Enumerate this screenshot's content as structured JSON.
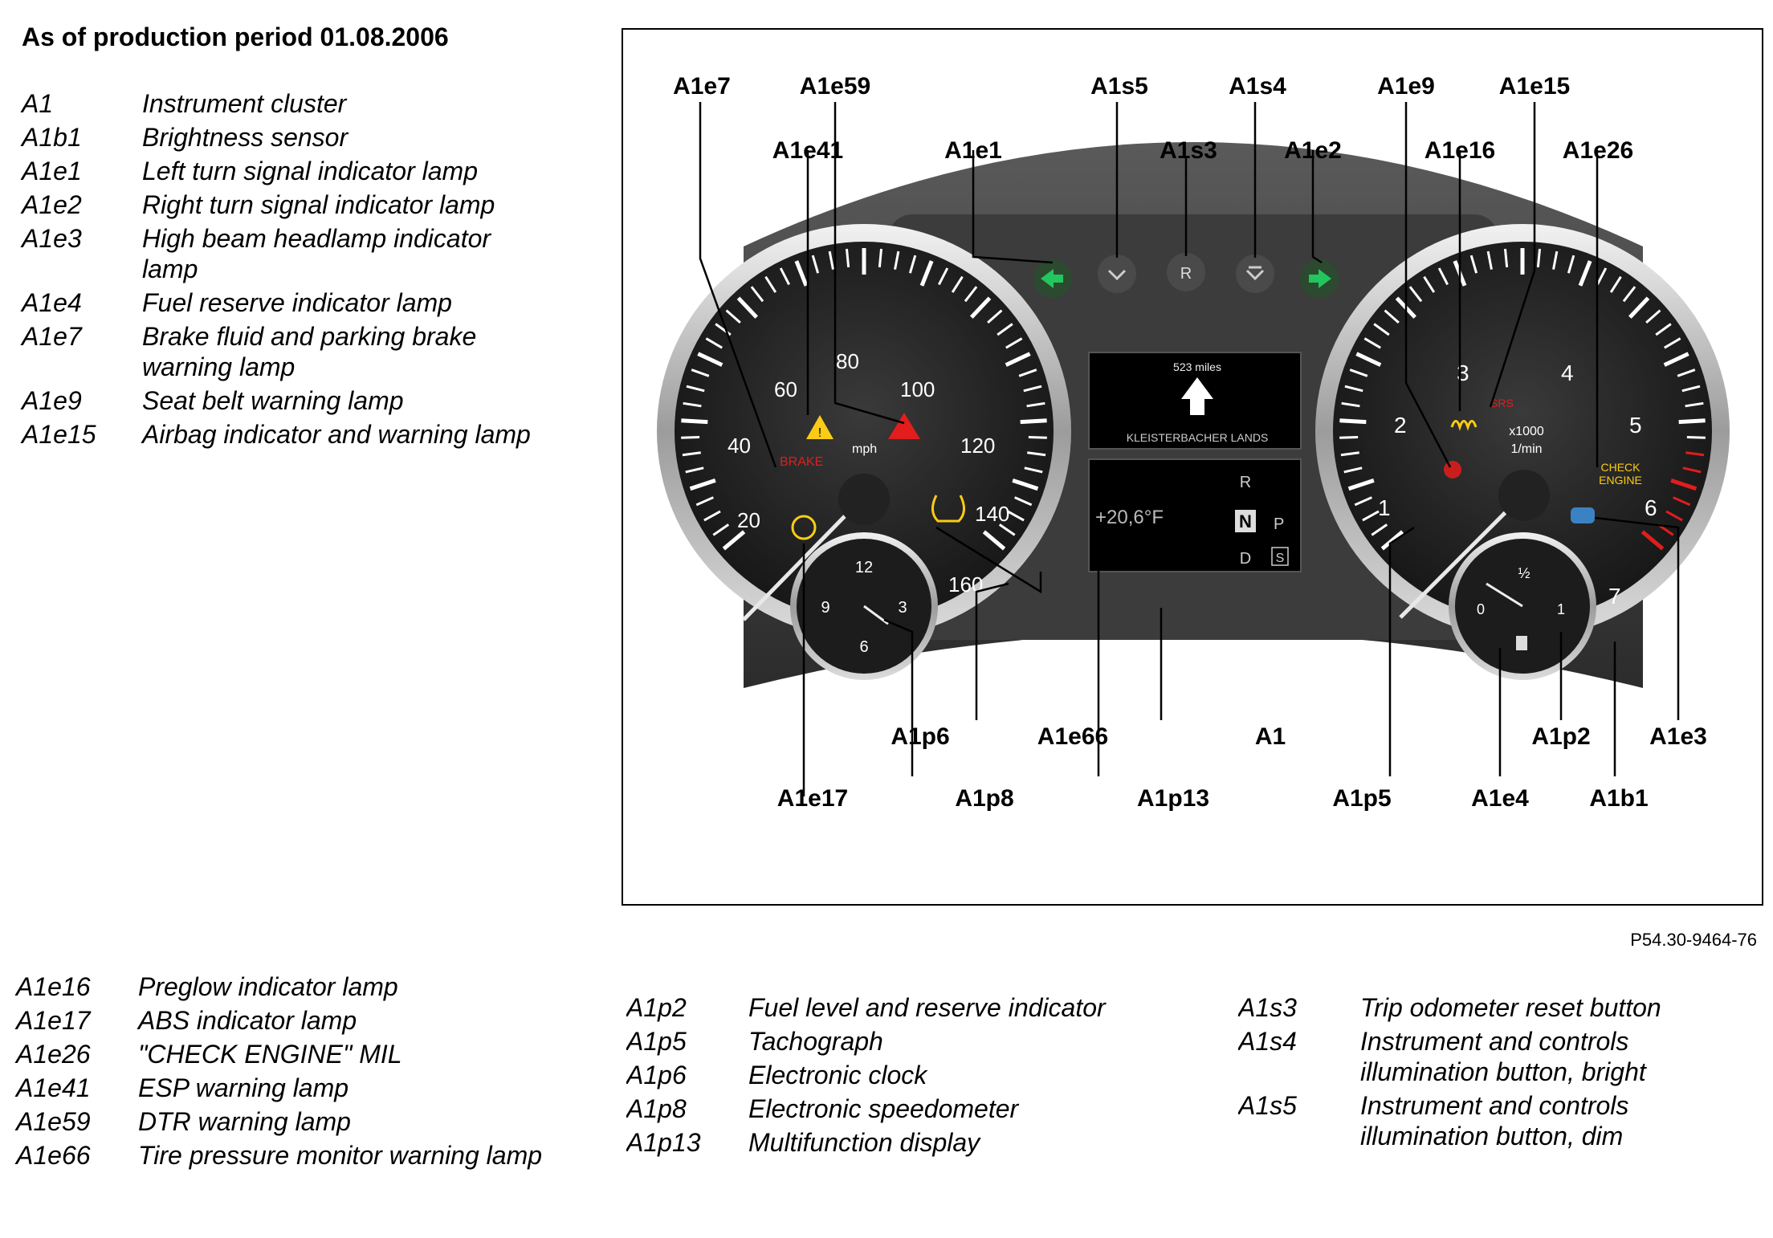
{
  "title": "As of production period 01.08.2006",
  "legend_top": [
    {
      "code": "A1",
      "desc": "Instrument cluster"
    },
    {
      "code": "A1b1",
      "desc": "Brightness sensor"
    },
    {
      "code": "A1e1",
      "desc": "Left turn signal indicator lamp"
    },
    {
      "code": "A1e2",
      "desc": "Right turn signal indicator lamp"
    },
    {
      "code": "A1e3",
      "desc": "High beam headlamp indicator lamp"
    },
    {
      "code": "A1e4",
      "desc": "Fuel reserve indicator lamp"
    },
    {
      "code": "A1e7",
      "desc": "Brake fluid and parking brake warning lamp"
    },
    {
      "code": "A1e9",
      "desc": "Seat belt warning lamp"
    },
    {
      "code": "A1e15",
      "desc": "Airbag indicator and warning lamp"
    }
  ],
  "legend_bottom_left": [
    {
      "code": "A1e16",
      "desc": "Preglow indicator lamp"
    },
    {
      "code": "A1e17",
      "desc": "ABS indicator lamp"
    },
    {
      "code": "A1e26",
      "desc": "\"CHECK ENGINE\" MIL"
    },
    {
      "code": "A1e41",
      "desc": "ESP warning lamp"
    },
    {
      "code": "A1e59",
      "desc": "DTR warning lamp"
    },
    {
      "code": "A1e66",
      "desc": "Tire pressure monitor warning lamp"
    }
  ],
  "legend_bottom_mid": [
    {
      "code": "A1p2",
      "desc": "Fuel level and reserve indicator"
    },
    {
      "code": "A1p5",
      "desc": "Tachograph"
    },
    {
      "code": "A1p6",
      "desc": "Electronic clock"
    },
    {
      "code": "A1p8",
      "desc": "Electronic speedometer"
    },
    {
      "code": "A1p13",
      "desc": "Multifunction display"
    }
  ],
  "legend_bottom_right": [
    {
      "code": "A1s3",
      "desc": "Trip odometer reset button"
    },
    {
      "code": "A1s4",
      "desc": "Instrument and controls illumination button, bright"
    },
    {
      "code": "A1s5",
      "desc": "Instrument and controls illumination button, dim"
    }
  ],
  "figure_ref": "P54.30-9464-76",
  "callouts": {
    "A1e7": "A1e7",
    "A1e59": "A1e59",
    "A1s5": "A1s5",
    "A1s4": "A1s4",
    "A1e9": "A1e9",
    "A1e15": "A1e15",
    "A1e41": "A1e41",
    "A1e1": "A1e1",
    "A1s3": "A1s3",
    "A1e2": "A1e2",
    "A1e16": "A1e16",
    "A1e26": "A1e26",
    "A1p6": "A1p6",
    "A1e66": "A1e66",
    "A1": "A1",
    "A1p2": "A1p2",
    "A1e3": "A1e3",
    "A1e17": "A1e17",
    "A1p8": "A1p8",
    "A1p13": "A1p13",
    "A1p5": "A1p5",
    "A1e4": "A1e4",
    "A1b1": "A1b1"
  },
  "gauge_text": {
    "speedo_ticks": [
      "20",
      "40",
      "60",
      "80",
      "100",
      "120",
      "140",
      "160"
    ],
    "speedo_unit": "mph",
    "brake": "BRAKE",
    "clock_nums": [
      "12",
      "3",
      "6",
      "9"
    ],
    "tacho_ticks": [
      "1",
      "2",
      "3",
      "4",
      "5",
      "6",
      "7"
    ],
    "tacho_unit1": "x1000",
    "tacho_unit2": "1/min",
    "check1": "CHECK",
    "check2": "ENGINE",
    "srs": "SRS",
    "fuel_half": "½",
    "fuel_one": "1",
    "fuel_zero": "0",
    "nav_dist": "523 miles",
    "nav_street": "KLEISTERBACHER LANDS",
    "temp": "+20,6°F",
    "gear_r": "R",
    "gear_n": "N",
    "gear_d": "D",
    "gear_p": "P",
    "gear_s": "S"
  }
}
